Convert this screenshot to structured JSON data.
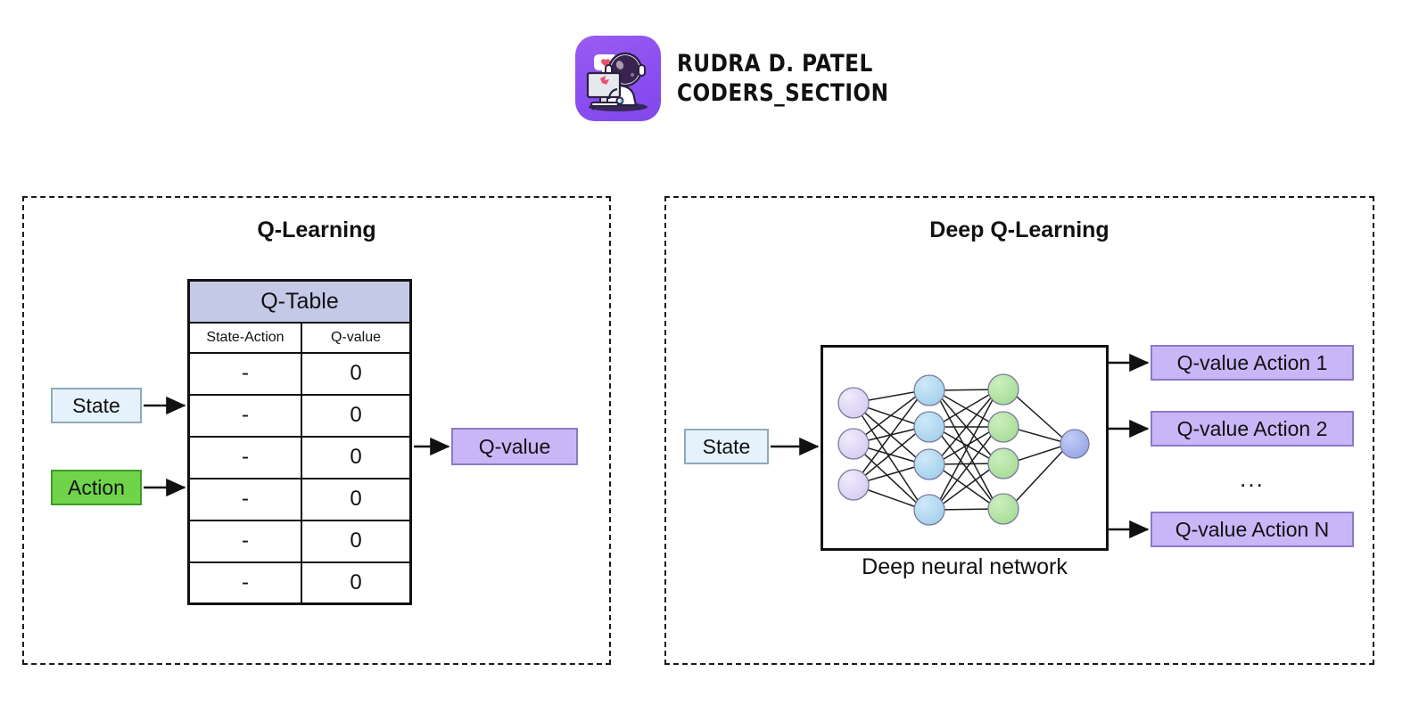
{
  "header": {
    "logo_icon": "astronaut-computer-logo",
    "brand_line1": "RUDRA D. PATEL",
    "brand_line2": "CODERS_SECTION"
  },
  "left_panel": {
    "title": "Q-Learning",
    "inputs": [
      {
        "label": "State",
        "color": "#e6f2fb"
      },
      {
        "label": "Action",
        "color": "#6fd44a"
      }
    ],
    "table": {
      "title": "Q-Table",
      "columns": [
        "State-Action",
        "Q-value"
      ],
      "rows": [
        [
          "-",
          "0"
        ],
        [
          "-",
          "0"
        ],
        [
          "-",
          "0"
        ],
        [
          "-",
          "0"
        ],
        [
          "-",
          "0"
        ],
        [
          "-",
          "0"
        ]
      ]
    },
    "output": {
      "label": "Q-value",
      "color": "#c9b6f7"
    }
  },
  "right_panel": {
    "title": "Deep Q-Learning",
    "input": {
      "label": "State",
      "color": "#e6f2fb"
    },
    "network": {
      "caption": "Deep neural network",
      "layers": [
        {
          "name": "input-layer",
          "nodes": 3,
          "color": "#ddd4f5"
        },
        {
          "name": "hidden-layer-1",
          "nodes": 4,
          "color": "#aed7ef"
        },
        {
          "name": "hidden-layer-2",
          "nodes": 4,
          "color": "#b3e3a6"
        },
        {
          "name": "output-layer",
          "nodes": 1,
          "color": "#a8b4ef"
        }
      ]
    },
    "outputs": [
      {
        "label": "Q-value Action 1",
        "color": "#c9b6f7"
      },
      {
        "label": "Q-value Action 2",
        "color": "#c9b6f7"
      },
      {
        "label": "Q-value Action N",
        "color": "#c9b6f7"
      }
    ],
    "ellipsis": "..."
  }
}
